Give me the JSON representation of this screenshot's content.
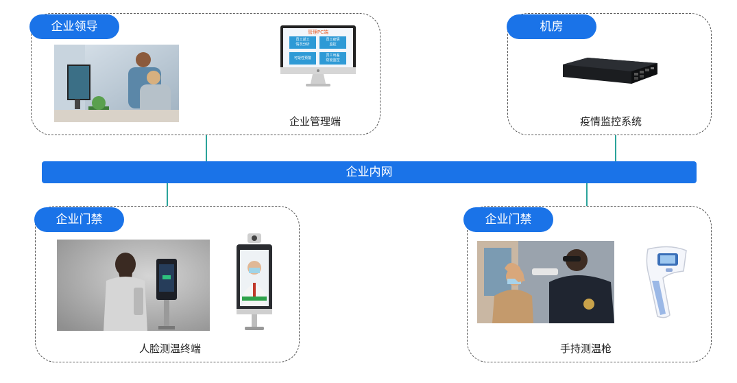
{
  "network": {
    "label": "企业内网"
  },
  "panels": {
    "leadership": {
      "tag": "企业领导",
      "caption": "企业管理端"
    },
    "machine_room": {
      "tag": "机房",
      "caption": "疫情监控系统"
    },
    "access_left": {
      "tag": "企业门禁",
      "caption": "人脸测温终端"
    },
    "access_right": {
      "tag": "企业门禁",
      "caption": "手持测温枪"
    }
  },
  "monitor_screen": {
    "title": "管理PC端",
    "tiles": [
      "员工返工\n情况分析",
      "员工疫情\n监控",
      "可疑性预警",
      "员工出差\n防疫监控"
    ]
  },
  "colors": {
    "accent": "#1a73e8",
    "connector": "#2aa39a"
  }
}
